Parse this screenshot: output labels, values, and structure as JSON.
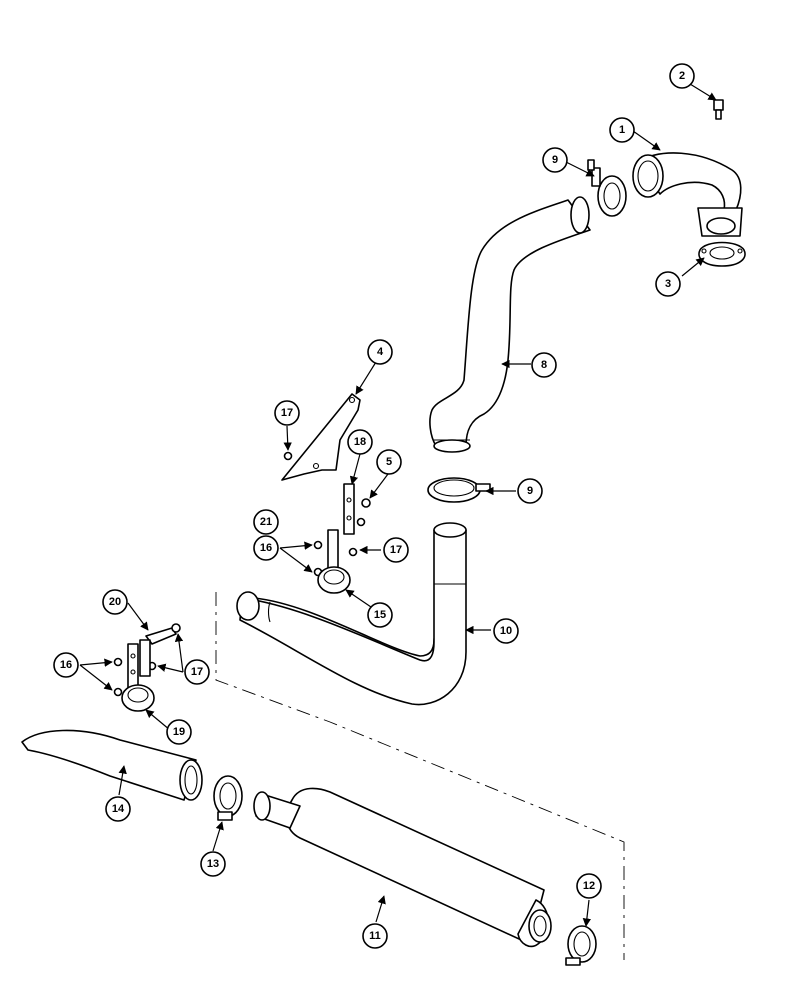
{
  "callouts": {
    "c1": "1",
    "c2": "2",
    "c3": "3",
    "c4": "4",
    "c5": "5",
    "c8": "8",
    "c9a": "9",
    "c9b": "9",
    "c10": "10",
    "c11": "11",
    "c12": "12",
    "c13": "13",
    "c14": "14",
    "c15": "15",
    "c16a": "16",
    "c16b": "16",
    "c17a": "17",
    "c17b": "17",
    "c17c": "17",
    "c18": "18",
    "c19": "19",
    "c20": "20",
    "c21": "21"
  }
}
